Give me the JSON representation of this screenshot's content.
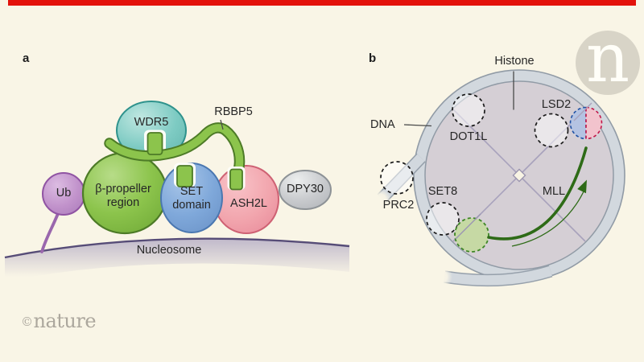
{
  "figure": {
    "panel_a": {
      "panel_letter": "a",
      "labels": {
        "wdr5": "WDR5",
        "rbbp5": "RBBP5",
        "ub": "Ub",
        "beta_propeller_line1": "β-propeller",
        "beta_propeller_line2": "region",
        "set_domain_line1": "SET",
        "set_domain_line2": "domain",
        "ash2l": "ASH2L",
        "dpy30": "DPY30",
        "nucleosome": "Nucleosome"
      }
    },
    "panel_b": {
      "panel_letter": "b",
      "labels": {
        "histone": "Histone",
        "dna": "DNA",
        "dot1l": "DOT1L",
        "lsd2": "LSD2",
        "prc2": "PRC2",
        "set8": "SET8",
        "mll": "MLL"
      }
    }
  },
  "branding": {
    "logo_letter": "n",
    "watermark_symbol": "©",
    "watermark_text": "nature",
    "top_bar_color": "#e3120b"
  },
  "colors": {
    "background": "#f9f5e6",
    "brand_red": "#e3120b",
    "green_protein": "#8cc44c",
    "green_stroke": "#4d7b27",
    "teal_wdr5": "#7ecbc3",
    "blue_set": "#7fa8da",
    "pink_ash2l": "#f2a6ae",
    "purple_ub": "#c192cb",
    "gray_dpy30": "#c9cbce",
    "nucleosome_purple": "#b2aac4",
    "dna_ring_fill": "#d2d8de",
    "histone_disc_fill": "#d5cfd5",
    "arrow_green": "#2e6b17",
    "site_blue_half": "#b4c3e2",
    "site_pink_half": "#f2c3cd",
    "logo_circle": "#d8d4c7",
    "watermark_gray": "#aca79d"
  }
}
